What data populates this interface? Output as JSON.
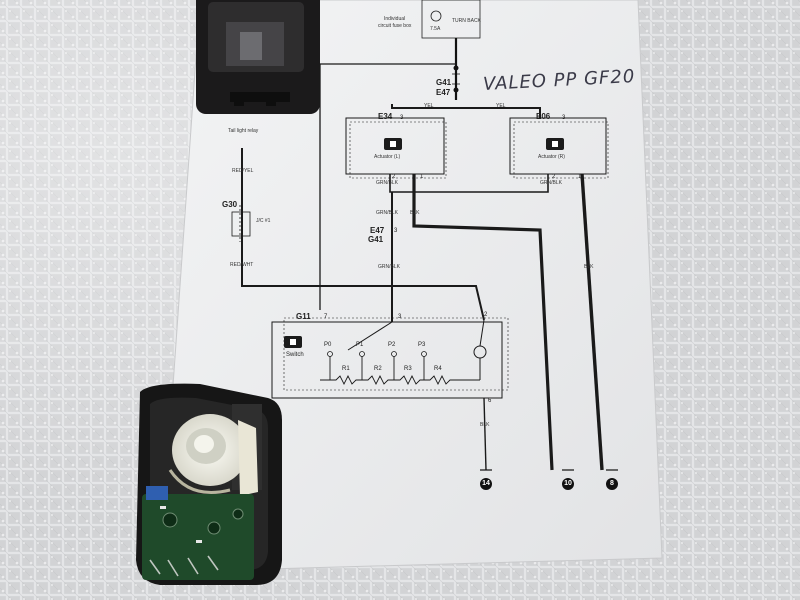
{
  "scene": {
    "background_color": "#d3d4d6",
    "paper_color": "#eeeff0",
    "wire_color": "#1a1a1a"
  },
  "handwriting": "VALEO PP GF20",
  "top_fuse": {
    "circuit_note_line1": "Individual",
    "circuit_note_line2": "circuit fuse box",
    "fuse_amp": "7.5A",
    "fuse_label": "TURN BACK"
  },
  "connectors": {
    "g41_top": "G41",
    "e47_top": "E47",
    "e34": "E34",
    "e06": "E06",
    "g30": "G30",
    "e47_mid": "E47",
    "g41_mid": "G41",
    "g11": "G11"
  },
  "actuators": {
    "left": "Actuator (L)",
    "right": "Actuator (R)"
  },
  "relay": {
    "label": "Tail light relay",
    "jc": "J/C #1"
  },
  "wire_colors": {
    "yel_1": "YEL",
    "yel_2": "YEL",
    "red_yel": "RED/YEL",
    "red_wht": "RED/WHT",
    "grn_blk_1": "GRN/BLK",
    "grn_blk_2": "GRN/BLK",
    "grn_blk_3": "GRN/BLK",
    "grn_blk_4": "GRN/BLK",
    "blk_1": "BLK",
    "blk_2": "BLK",
    "blk_3": "BLK"
  },
  "switch": {
    "title": "Switch",
    "positions": [
      "P0",
      "P1",
      "P2",
      "P3"
    ],
    "resistors": [
      "R1",
      "R2",
      "R3",
      "R4"
    ]
  },
  "pins": {
    "e34_a": "3",
    "e34_b": "2",
    "e34_c": "1",
    "e06_a": "3",
    "e06_b": "2",
    "e06_c": "1",
    "mid_a": "3",
    "g11_a": "7",
    "g11_b": "3",
    "g11_c": "2",
    "g11_d": "6"
  },
  "grounds": [
    "14",
    "10",
    "8"
  ]
}
